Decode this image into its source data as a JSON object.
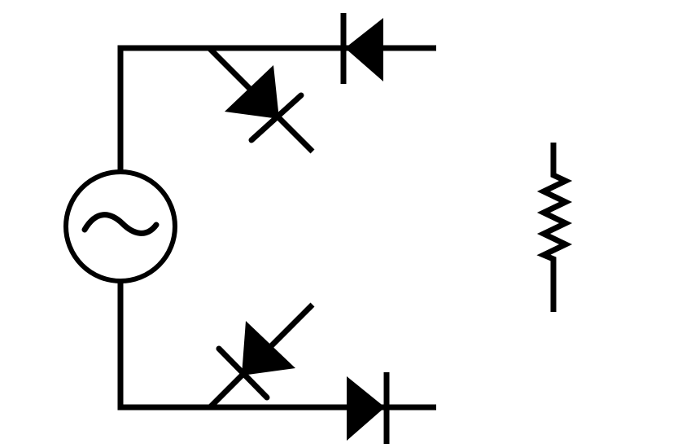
{
  "diagram": {
    "type": "circuit-schematic",
    "description": "AC source with four diodes (bridge rectifier arrangement, unconnected) and a separate resistor",
    "colors": {
      "stroke": "#000000",
      "background": "#ffffff"
    },
    "components": [
      {
        "id": "ac-source",
        "kind": "AC voltage source",
        "symbol": "~"
      },
      {
        "id": "diode-top",
        "kind": "diode",
        "orientation": "cathode-left"
      },
      {
        "id": "diode-upper-diagonal",
        "kind": "diode",
        "orientation": "anode-upper-left"
      },
      {
        "id": "diode-lower-diagonal",
        "kind": "diode",
        "orientation": "anode-upper-right"
      },
      {
        "id": "diode-bottom",
        "kind": "diode",
        "orientation": "cathode-right"
      },
      {
        "id": "resistor",
        "kind": "resistor",
        "orientation": "vertical"
      }
    ]
  },
  "labels": {
    "ac_symbol": "~"
  }
}
